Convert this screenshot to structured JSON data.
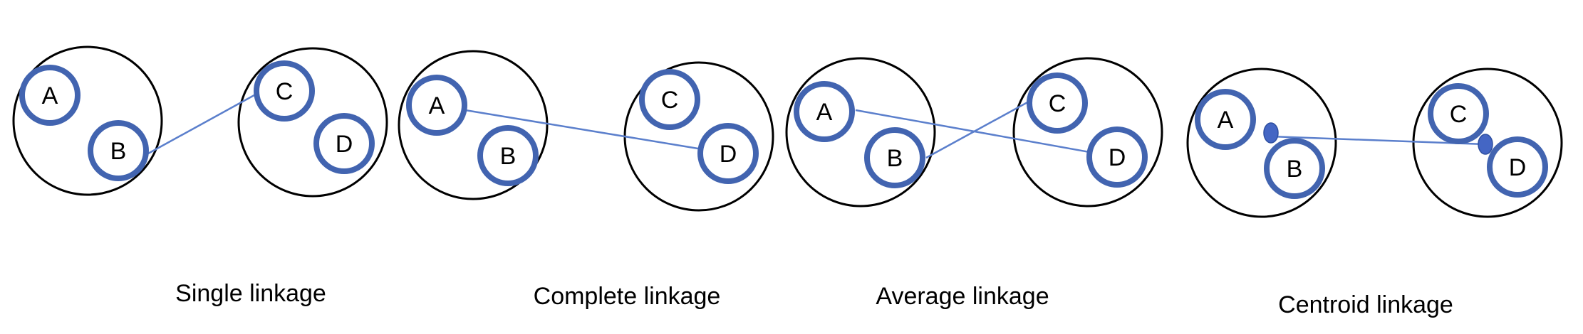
{
  "colors": {
    "point": "#4264B0",
    "link": "#5B7FCC",
    "cluster": "#000000",
    "centroid": "#4466C4"
  },
  "panels": [
    {
      "caption": "Single linkage",
      "labels": {
        "A": "A",
        "B": "B",
        "C": "C",
        "D": "D"
      }
    },
    {
      "caption": "Complete linkage",
      "labels": {
        "A": "A",
        "B": "B",
        "C": "C",
        "D": "D"
      }
    },
    {
      "caption": "Average linkage",
      "labels": {
        "A": "A",
        "B": "B",
        "C": "C",
        "D": "D"
      }
    },
    {
      "caption": "Centroid linkage",
      "labels": {
        "A": "A",
        "B": "B",
        "C": "C",
        "D": "D"
      }
    }
  ]
}
